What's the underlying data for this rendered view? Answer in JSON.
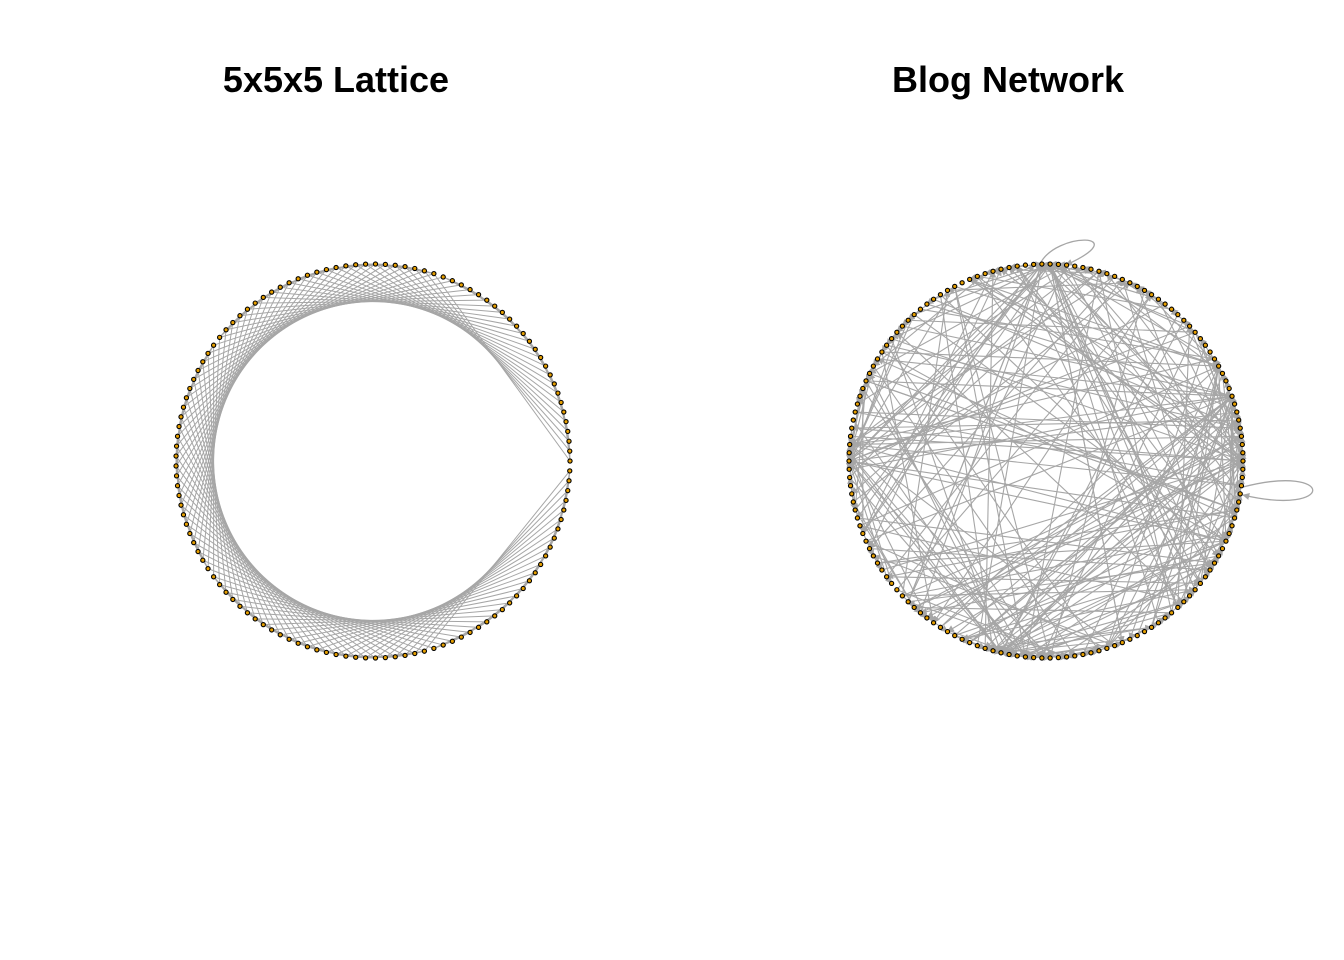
{
  "plots": [
    {
      "id": "lattice",
      "title": "5x5x5 Lattice",
      "layout": "circle",
      "node_count": 125,
      "directed": false,
      "edge_color": "#a6a6a6",
      "node_fill": "#e69f00",
      "node_border": "#000000"
    },
    {
      "id": "blog",
      "title": "Blog Network",
      "layout": "circle",
      "node_count": 150,
      "directed": true,
      "self_loops": true,
      "edge_color": "#a6a6a6",
      "node_fill": "#e69f00",
      "node_border": "#000000"
    }
  ]
}
